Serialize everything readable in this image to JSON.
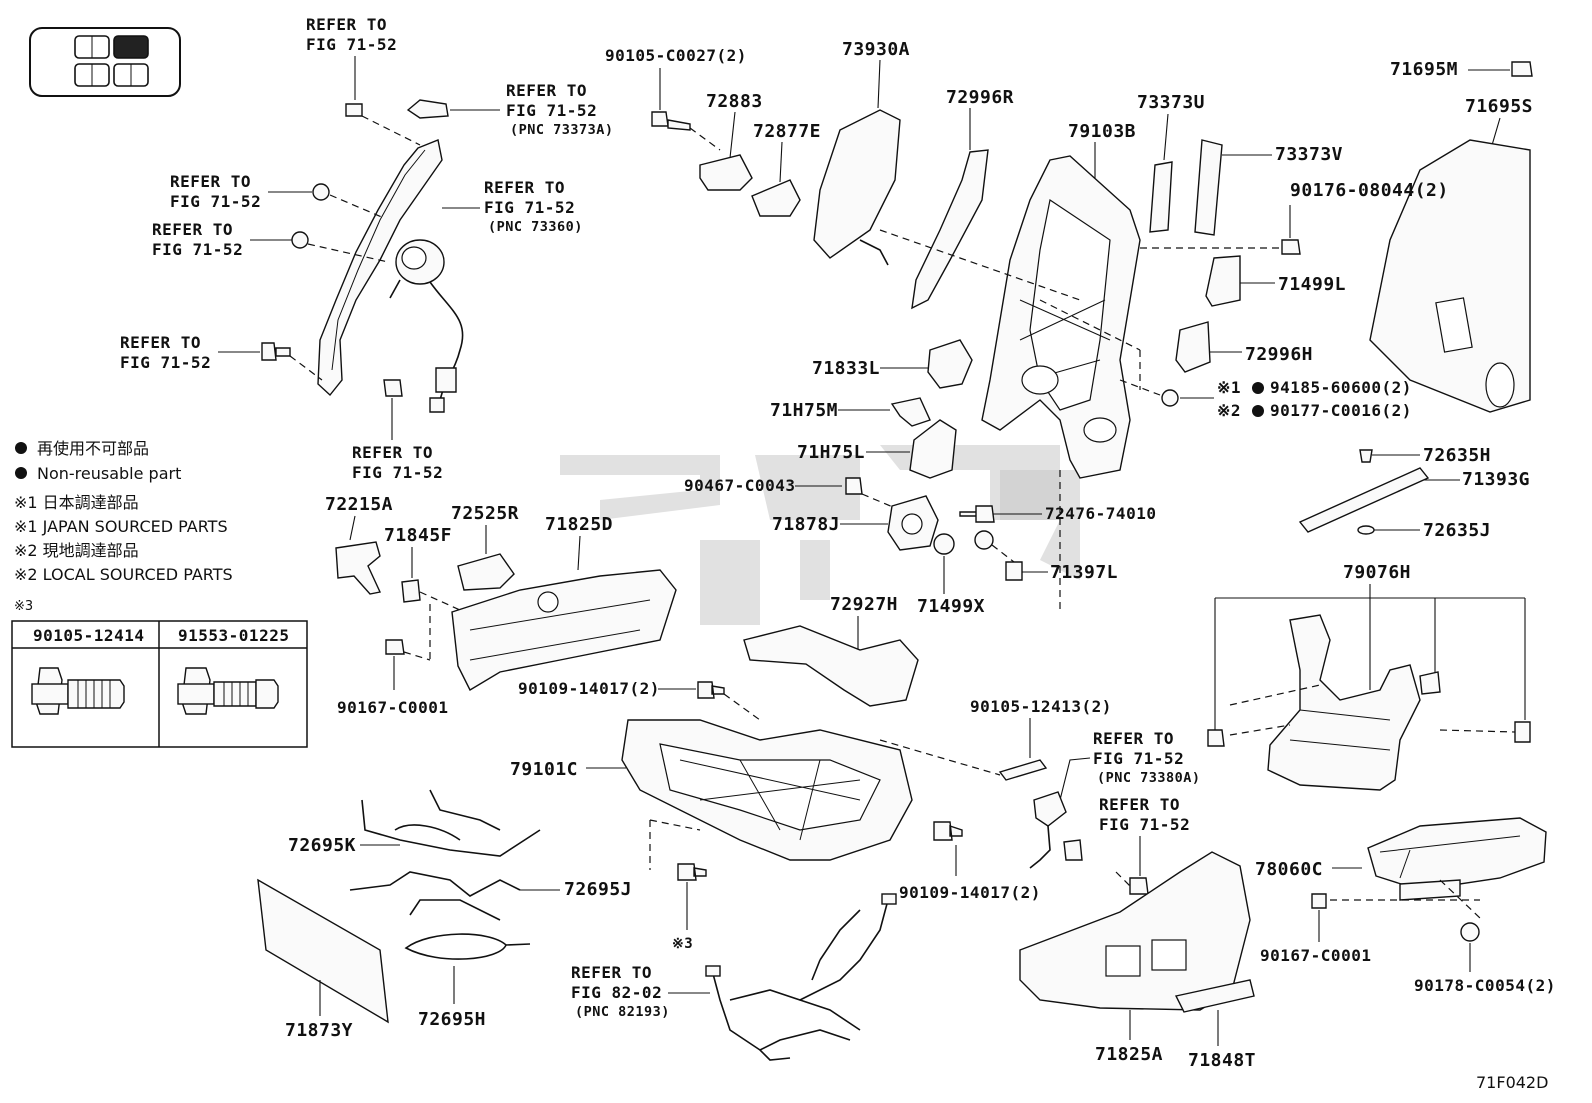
{
  "diagram_code": "71F042D",
  "legend": {
    "dot_jp": "再使用不可部品",
    "dot_en": "Non-reusable part",
    "note1_jp": "※1 日本調達部品",
    "note1_en": "※1 JAPAN SOURCED PARTS",
    "note2_jp": "※2 現地調達部品",
    "note2_en": "※2 LOCAL SOURCED PARTS",
    "note3": "※3",
    "bolt_table": [
      "90105-12414",
      "91553-01225"
    ]
  },
  "refer": {
    "r1_l1": "REFER TO",
    "r1_l2": "FIG 71-52",
    "r2_l1": "REFER TO",
    "r2_l2": "FIG 71-52",
    "r2_l3": "(PNC 73373A)",
    "r3_l1": "REFER TO",
    "r3_l2": "FIG 71-52",
    "r4_l1": "REFER TO",
    "r4_l2": "FIG 71-52",
    "r4_l3": "(PNC 73360)",
    "r5_l1": "REFER TO",
    "r5_l2": "FIG 71-52",
    "r6_l1": "REFER TO",
    "r6_l2": "FIG 71-52",
    "r7_l1": "REFER TO",
    "r7_l2": "FIG 71-52",
    "r8_l1": "REFER TO",
    "r8_l2": "FIG 71-52",
    "r8_l3": "(PNC 73380A)",
    "r9_l1": "REFER TO",
    "r9_l2": "FIG 71-52",
    "r10_l1": "REFER TO",
    "r10_l2": "FIG 82-02",
    "r10_l3": "(PNC 82193)"
  },
  "parts": {
    "p_90105_c0027": "90105-C0027(2)",
    "p_72883": "72883",
    "p_72877e": "72877E",
    "p_73930a": "73930A",
    "p_72996r": "72996R",
    "p_79103b": "79103B",
    "p_73373u": "73373U",
    "p_73373v": "73373V",
    "p_71695m": "71695M",
    "p_71695s": "71695S",
    "p_90176": "90176-08044(2)",
    "p_71499l": "71499L",
    "p_72996h": "72996H",
    "p_94185": "94185-60600(2)",
    "p_90177": "90177-C0016(2)",
    "p_mark1": "※1",
    "p_mark2": "※2",
    "p_71833l": "71833L",
    "p_71h75m": "71H75M",
    "p_71h75l": "71H75L",
    "p_90467": "90467-C0043",
    "p_72476": "72476-74010",
    "p_71878j": "71878J",
    "p_71397l": "71397L",
    "p_71499x": "71499X",
    "p_72635h": "72635H",
    "p_71393g": "71393G",
    "p_72635j": "72635J",
    "p_79076h": "79076H",
    "p_72215a": "72215A",
    "p_71845f": "71845F",
    "p_72525r": "72525R",
    "p_71825d": "71825D",
    "p_90167_a": "90167-C0001",
    "p_72927h": "72927H",
    "p_90109_a": "90109-14017(2)",
    "p_90105_12413": "90105-12413(2)",
    "p_79101c": "79101C",
    "p_72695k": "72695K",
    "p_72695j": "72695J",
    "p_72695h": "72695H",
    "p_71873y": "71873Y",
    "p_90109_b": "90109-14017(2)",
    "p_mark3": "※3",
    "p_78060c": "78060C",
    "p_90167_b": "90167-C0001",
    "p_90178": "90178-C0054(2)",
    "p_71825a": "71825A",
    "p_71848t": "71848T"
  }
}
